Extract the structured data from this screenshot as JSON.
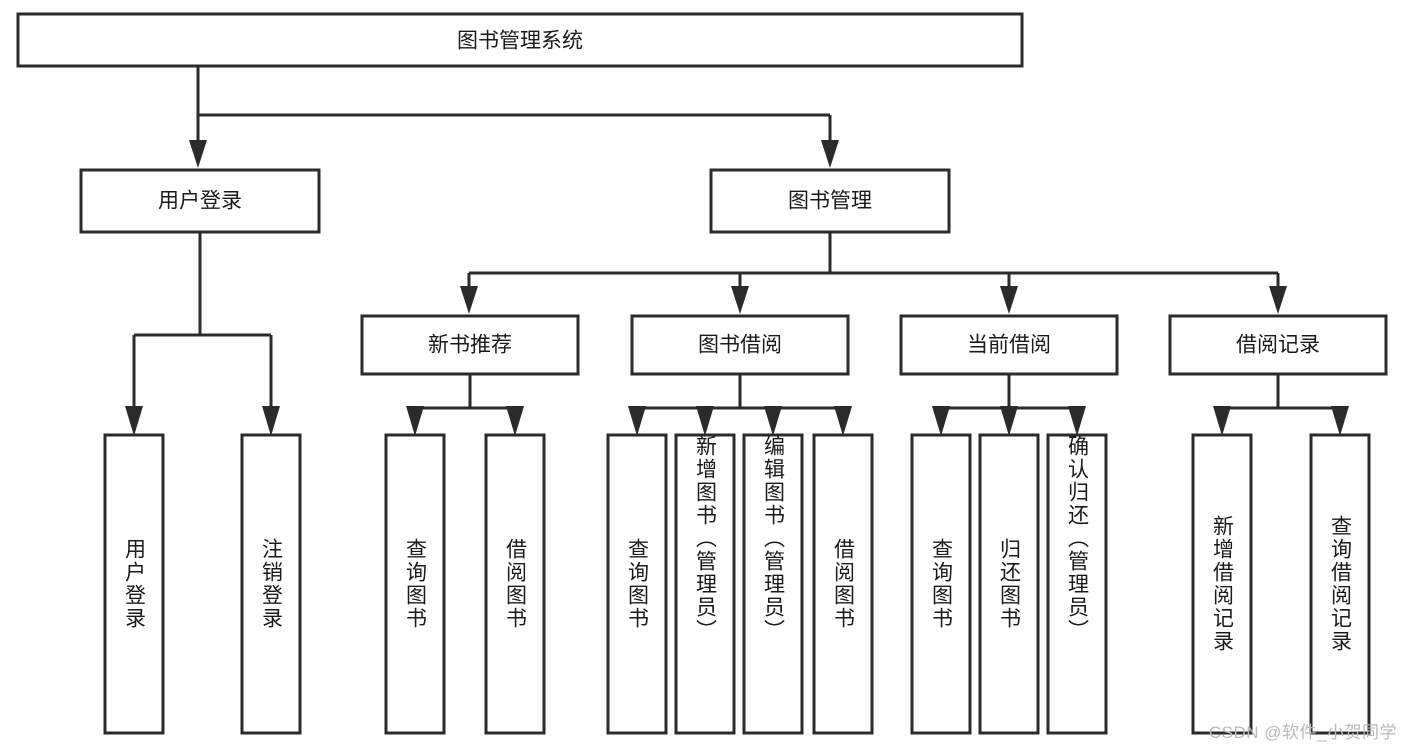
{
  "diagram": {
    "type": "tree-hierarchy",
    "title": "图书管理系统",
    "watermark": "CSDN @软件_小贺同学",
    "colors": {
      "box_stroke": "#2b2b2b",
      "box_fill": "#ffffff",
      "text": "#1a1a1a",
      "watermark": "#b9b9b9",
      "background": "#ffffff"
    },
    "root": {
      "label": "图书管理系统"
    },
    "level2": [
      {
        "label": "用户登录"
      },
      {
        "label": "图书管理"
      }
    ],
    "level3": [
      {
        "label": "新书推荐"
      },
      {
        "label": "图书借阅"
      },
      {
        "label": "当前借阅"
      },
      {
        "label": "借阅记录"
      }
    ],
    "leaves": [
      {
        "label": "用户登录",
        "parent": "用户登录"
      },
      {
        "label": "注销登录",
        "parent": "用户登录"
      },
      {
        "label": "查询图书",
        "parent": "新书推荐"
      },
      {
        "label": "借阅图书",
        "parent": "新书推荐"
      },
      {
        "label": "查询图书",
        "parent": "图书借阅"
      },
      {
        "label": "新增图书（管理员）",
        "parent": "图书借阅"
      },
      {
        "label": "编辑图书（管理员）",
        "parent": "图书借阅"
      },
      {
        "label": "借阅图书",
        "parent": "图书借阅"
      },
      {
        "label": "查询图书",
        "parent": "当前借阅"
      },
      {
        "label": "归还图书",
        "parent": "当前借阅"
      },
      {
        "label": "确认归还（管理员）",
        "parent": "当前借阅"
      },
      {
        "label": "新增借阅记录",
        "parent": "借阅记录"
      },
      {
        "label": "查询借阅记录",
        "parent": "借阅记录"
      }
    ]
  }
}
